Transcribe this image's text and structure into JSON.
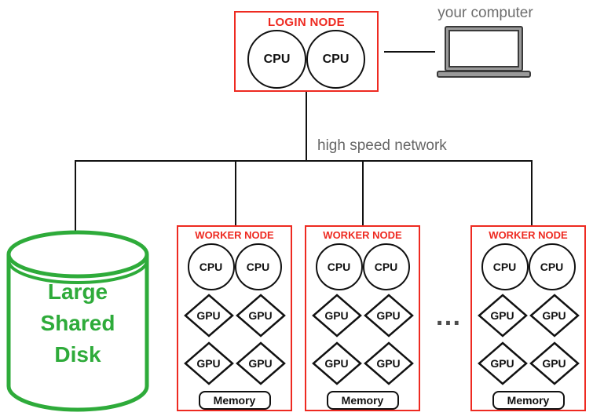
{
  "diagram": {
    "login_node": {
      "title": "LOGIN NODE",
      "cpu_labels": [
        "CPU",
        "CPU"
      ]
    },
    "your_computer_label": "your computer",
    "network_label": "high speed network",
    "disk": {
      "label_lines": [
        "Large",
        "Shared",
        "Disk"
      ]
    },
    "workers": [
      {
        "title": "WORKER NODE",
        "cpu_labels": [
          "CPU",
          "CPU"
        ],
        "gpu_labels": [
          "GPU",
          "GPU",
          "GPU",
          "GPU"
        ],
        "memory_label": "Memory"
      },
      {
        "title": "WORKER NODE",
        "cpu_labels": [
          "CPU",
          "CPU"
        ],
        "gpu_labels": [
          "GPU",
          "GPU",
          "GPU",
          "GPU"
        ],
        "memory_label": "Memory"
      },
      {
        "title": "WORKER NODE",
        "cpu_labels": [
          "CPU",
          "CPU"
        ],
        "gpu_labels": [
          "GPU",
          "GPU",
          "GPU",
          "GPU"
        ],
        "memory_label": "Memory"
      }
    ],
    "ellipsis": "…",
    "colors": {
      "node_red": "#EE2A21",
      "disk_green": "#2EAB3A",
      "gray_label": "#6E6E6E",
      "line_black": "#111111",
      "laptop_gray": "#9A9A9A"
    }
  }
}
